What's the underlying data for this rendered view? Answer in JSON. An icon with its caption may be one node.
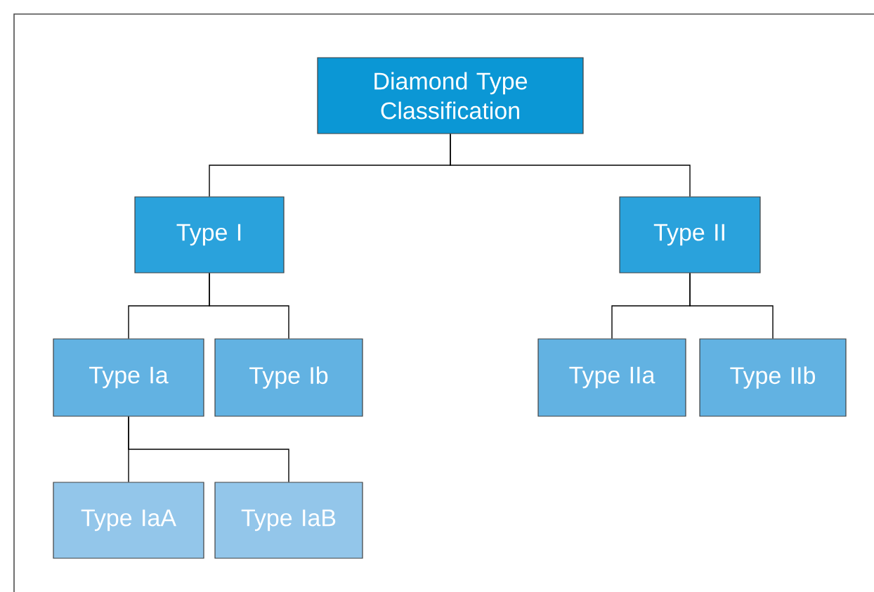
{
  "diagram": {
    "nodes": [
      {
        "text": [
          "Diamond Type Classification"
        ]
      },
      {
        "text": [
          "Type I"
        ]
      },
      {
        "text": [
          "Type II"
        ]
      },
      {
        "text": [
          "Type Ia"
        ]
      },
      {
        "text": [
          "Type Ib"
        ]
      },
      {
        "text": [
          "Type IIa"
        ]
      },
      {
        "text": [
          "Type IIb"
        ]
      },
      {
        "text": [
          "Type IaA"
        ]
      },
      {
        "text": [
          "Type IaB"
        ]
      }
    ],
    "edges": [
      {
        "from": 0,
        "to": 1,
        "arrow": "none"
      },
      {
        "from": 0,
        "to": 2,
        "arrow": "none"
      },
      {
        "from": 1,
        "to": 3,
        "arrow": "none"
      },
      {
        "from": 1,
        "to": 4,
        "arrow": "none"
      },
      {
        "from": 2,
        "to": 5,
        "arrow": "none"
      },
      {
        "from": 2,
        "to": 6,
        "arrow": "none"
      },
      {
        "from": 3,
        "to": 7,
        "arrow": "none"
      },
      {
        "from": 3,
        "to": 8,
        "arrow": "none"
      }
    ]
  }
}
